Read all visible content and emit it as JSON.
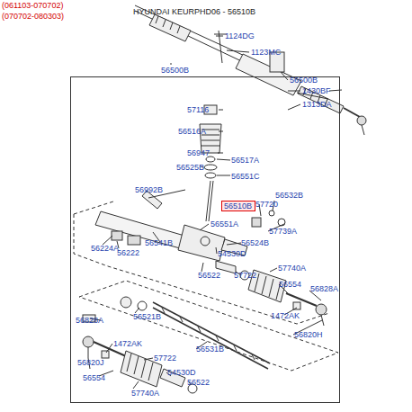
{
  "diagram": {
    "nodes": [
      {
        "text": [
          "56500B"
        ]
      },
      {
        "text": [
          "56510B"
        ],
        "in": 0
      }
    ],
    "edges": [],
    "labels": [
      "(061103-070702)",
      "(070702-080303)",
      "HYUNDAI KEURPHD06 - 56510B",
      "1124DG",
      "1123MC",
      "56500B",
      "1430BF",
      "1313DA",
      "57116",
      "56516A",
      "56947",
      "56517A",
      "56525B",
      "56551C",
      "56532B",
      "56992B",
      "57720",
      "56551A",
      "57739A",
      "56224A",
      "56222",
      "56541B",
      "56524B",
      "54530D",
      "56522",
      "57740A",
      "57722",
      "56554",
      "56828A",
      "1472AK",
      "56820H",
      "56521B",
      "56828A",
      "1472AK",
      "56820J",
      "57722",
      "56531B",
      "54530D",
      "56554",
      "56522",
      "57740A"
    ]
  }
}
